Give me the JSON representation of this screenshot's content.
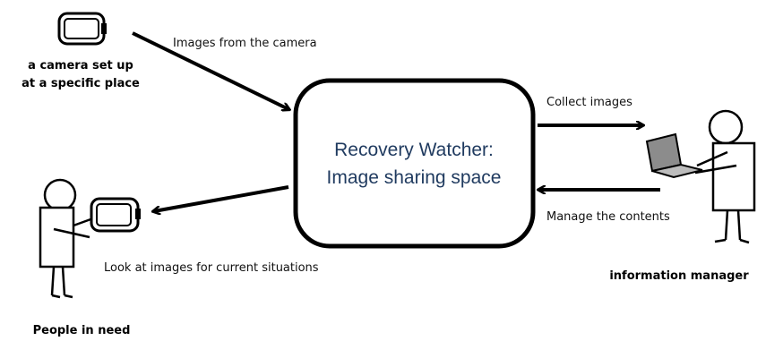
{
  "diagram": {
    "center_box": {
      "line1": "Recovery Watcher:",
      "line2": "Image sharing space"
    },
    "camera_node": {
      "line1": "a camera set up",
      "line2": "at a specific place"
    },
    "people_node": {
      "label": "People in need"
    },
    "manager_node": {
      "label": "information manager"
    },
    "flows": {
      "camera_to_center": "Images from the camera",
      "center_to_manager": "Collect images",
      "manager_to_center": "Manage the contents",
      "center_to_people": "Look at images  for current situations"
    }
  },
  "colors": {
    "center_text": "#1f3a5f",
    "stroke": "#000000"
  },
  "icons": [
    "camera-icon",
    "person-icon",
    "laptop-icon"
  ]
}
